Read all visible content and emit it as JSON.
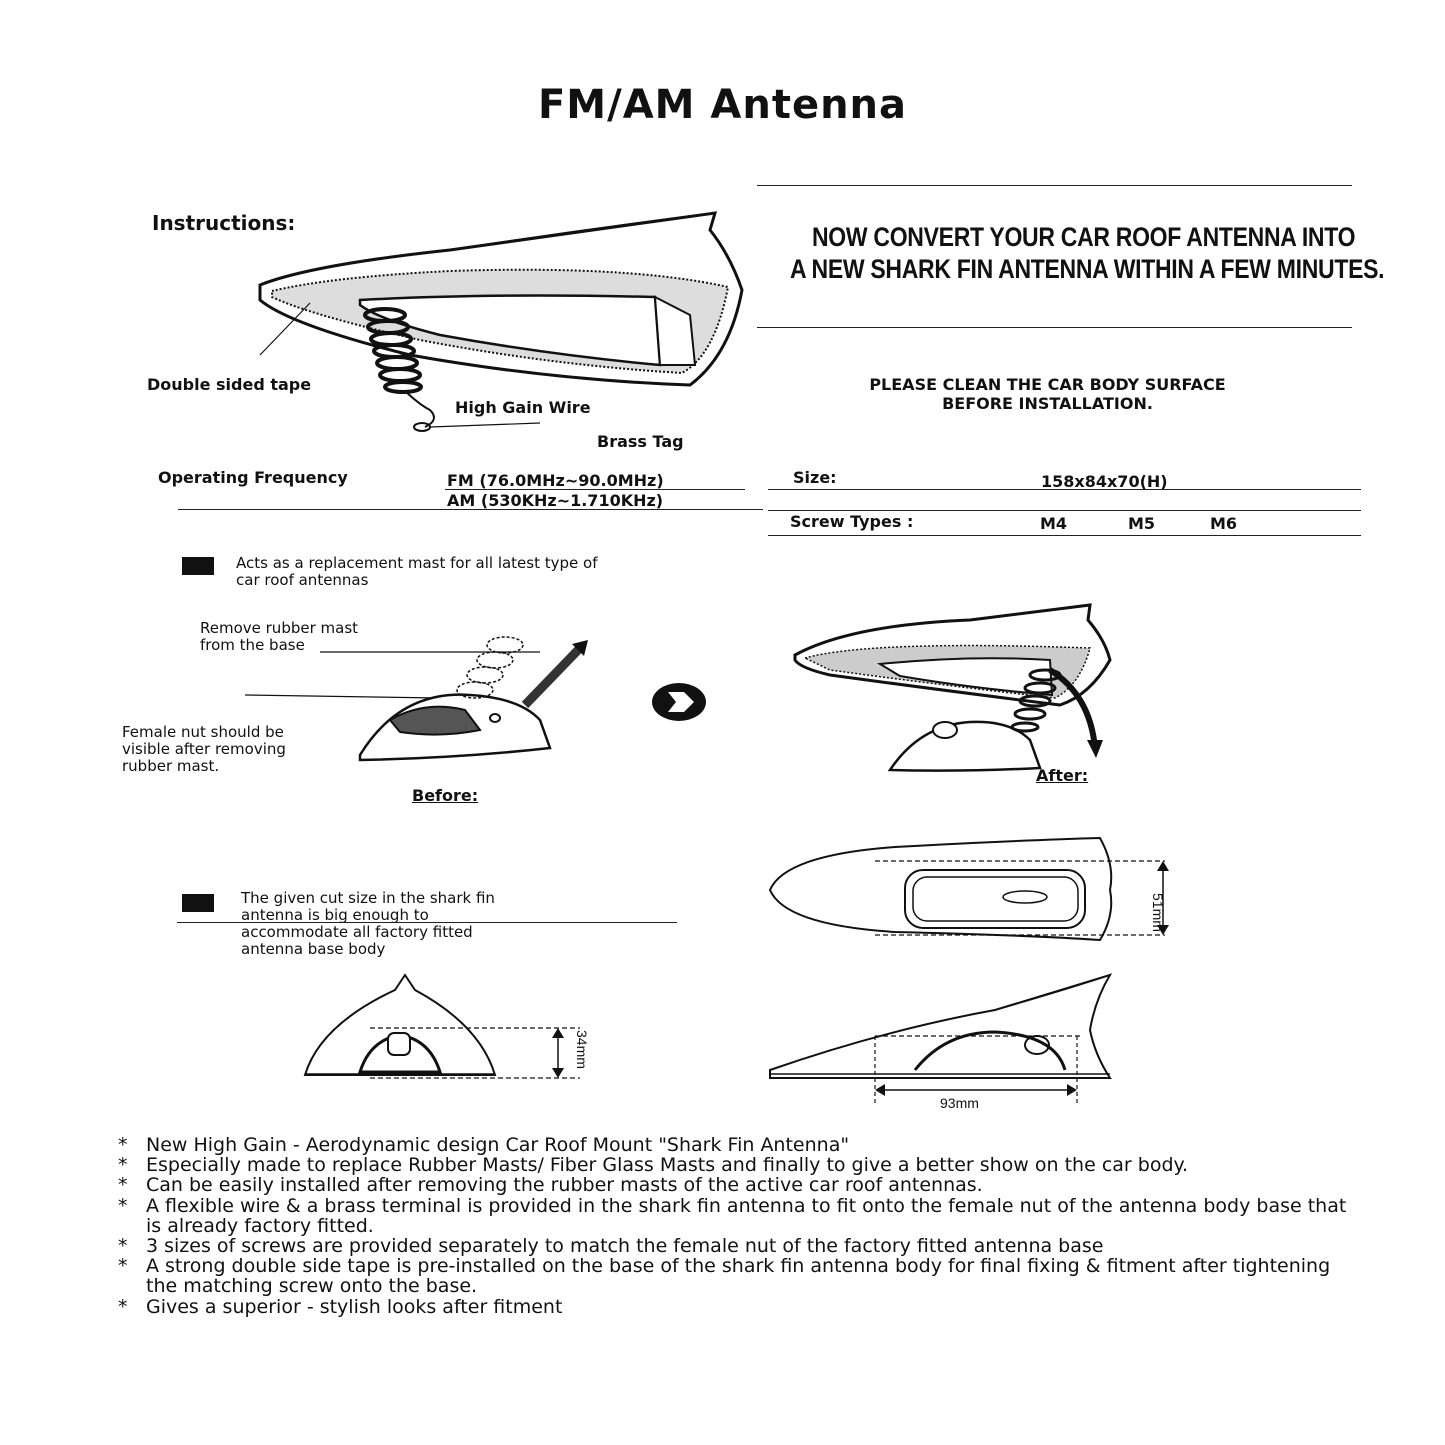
{
  "title": "FM/AM Antenna",
  "instructions_heading": "Instructions:",
  "promo": {
    "line1": "NOW CONVERT YOUR CAR ROOF ANTENNA INTO",
    "line2": "A NEW SHARK FIN ANTENNA WITHIN A FEW MINUTES."
  },
  "clean_notice": {
    "line1": "PLEASE CLEAN THE CAR BODY SURFACE",
    "line2": "BEFORE INSTALLATION."
  },
  "callouts": {
    "tape": "Double sided tape",
    "wire": "High Gain Wire",
    "tag": "Brass Tag"
  },
  "specs": {
    "freq_label": "Operating Frequency",
    "fm": "FM (76.0MHz~90.0MHz)",
    "am": "AM (530KHz~1.710KHz)",
    "size_label": "Size:",
    "size_value": "158x84x70(H)",
    "screw_label": "Screw Types :",
    "screws": [
      "M4",
      "M5",
      "M6"
    ]
  },
  "replacement_note": {
    "line1": "Acts as a replacement mast for all latest type of",
    "line2": "car roof antennas"
  },
  "before_after": {
    "remove_line1": "Remove rubber mast",
    "remove_line2": "from the base",
    "nut_line1": "Female nut should be",
    "nut_line2": "visible after removing",
    "nut_line3": "rubber mast.",
    "before": "Before:",
    "after": "After:"
  },
  "cut_note": {
    "line1": "The given cut size in the shark fin",
    "line2": "antenna is big enough to",
    "line3": "accommodate all factory fitted",
    "line4": "antenna base body"
  },
  "dimensions": {
    "width": "51mm",
    "height": "34mm",
    "length": "93mm"
  },
  "features": [
    "New High Gain - Aerodynamic design Car Roof Mount \"Shark Fin Antenna\"",
    "Especially made to replace Rubber Masts/ Fiber Glass Masts and finally to give a better show on the car body.",
    "Can be easily installed after removing the rubber masts of the active car roof antennas.",
    "A flexible wire & a brass terminal is provided in the shark fin antenna to fit onto the female nut of the antenna body base that is already factory fitted.",
    "3 sizes of screws are provided separately to match the female nut of the factory fitted antenna base",
    "A strong double side tape is pre-installed on the base of the shark fin antenna body for final fixing & fitment after tightening the matching screw onto the base.",
    "Gives a superior -  stylish looks after fitment"
  ],
  "bullet_symbol": "*"
}
